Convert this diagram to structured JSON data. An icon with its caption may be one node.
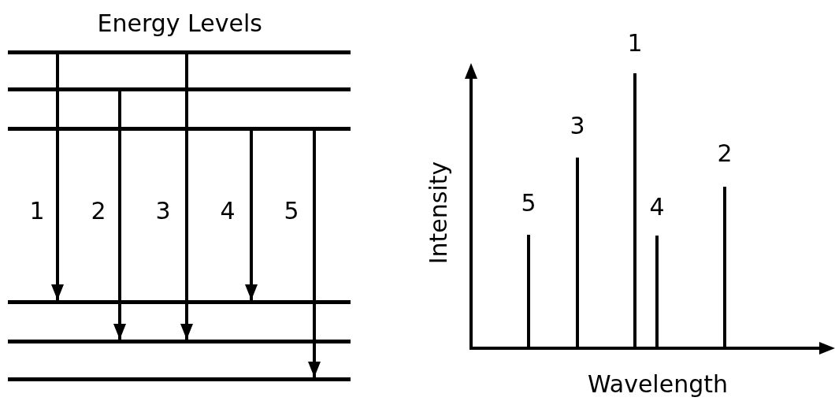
{
  "diagram": {
    "title": "Energy Levels",
    "nodes": [
      {
        "text": [],
        "shape": "bar"
      },
      {
        "text": [],
        "shape": "bar"
      },
      {
        "text": [],
        "shape": "bar"
      },
      {
        "text": [],
        "shape": "bar"
      },
      {
        "text": [],
        "shape": "bar"
      },
      {
        "text": [],
        "shape": "bar"
      }
    ],
    "edges": [
      {
        "from": 0,
        "to": 3,
        "arrow": "to",
        "label": "1"
      },
      {
        "from": 1,
        "to": 4,
        "arrow": "to",
        "label": "2"
      },
      {
        "from": 0,
        "to": 4,
        "arrow": "to",
        "label": "3"
      },
      {
        "from": 2,
        "to": 3,
        "arrow": "to",
        "label": "4"
      },
      {
        "from": 2,
        "to": 5,
        "arrow": "to",
        "label": "5"
      }
    ],
    "labels": [
      "1",
      "3",
      "2",
      "5",
      "4",
      "Intensity",
      "Wavelength"
    ]
  }
}
